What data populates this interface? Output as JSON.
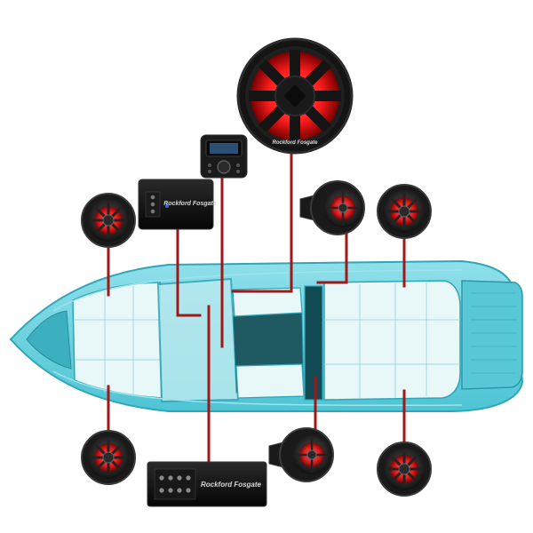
{
  "scene": {
    "subject": "boat-audio-system",
    "colors": {
      "boat_hull": "#6fd3df",
      "boat_outline": "#2fa6b8",
      "boat_interior": "#e8f7f8",
      "wiring": "#a01818",
      "speaker_body": "#1a1a1a",
      "speaker_glow": "#ff2a2a",
      "amplifier_body": "#0d0d0d"
    }
  },
  "brand": {
    "logo_text": "Rockford Fosgate"
  },
  "components": {
    "subwoofer": {
      "icon": "subwoofer-icon"
    },
    "head_unit": {
      "icon": "head-unit-icon"
    },
    "small_amplifier": {
      "icon": "amplifier-icon"
    },
    "large_amplifier": {
      "icon": "amplifier-icon"
    },
    "tower_speakers": {
      "count": 2,
      "icon": "tower-speaker-icon"
    },
    "coaxial_speakers": {
      "count": 4,
      "icon": "speaker-icon"
    }
  }
}
